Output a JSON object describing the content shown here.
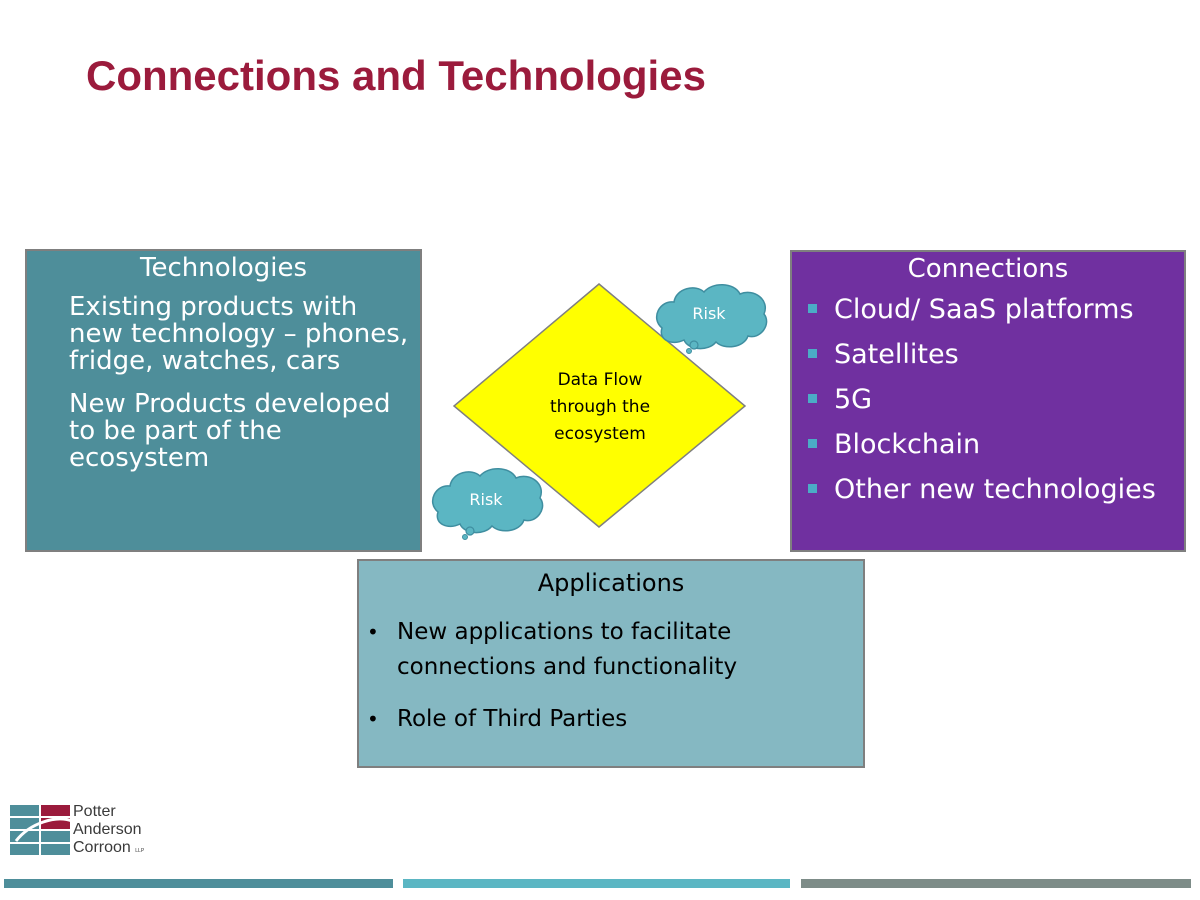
{
  "slide": {
    "title": "Connections and Technologies"
  },
  "technologies": {
    "heading": "Technologies",
    "items": [
      "Existing products with new technology – phones, fridge, watches, cars",
      "New Products developed to be part of the ecosystem"
    ]
  },
  "connections": {
    "heading": "Connections",
    "items": [
      "Cloud/ SaaS platforms",
      "Satellites",
      "5G",
      "Blockchain",
      "Other new technologies"
    ]
  },
  "center": {
    "lines": [
      "Data Flow",
      "through the",
      "ecosystem"
    ],
    "risk_top": "Risk",
    "risk_bottom": "Risk"
  },
  "applications": {
    "heading": "Applications",
    "items": [
      "New applications to facilitate connections and functionality",
      "Role of Third Parties"
    ]
  },
  "logo": {
    "line1": "Potter",
    "line2": "Anderson",
    "line3": "Corroon",
    "suffix": "LLP"
  },
  "colors": {
    "title": "#9b1b3c",
    "technologies_fill": "#4e8e9a",
    "connections_fill": "#7030a0",
    "applications_fill": "#85b8c2",
    "diamond_fill": "#ffff00",
    "cloud_fill": "#5bb6c3"
  }
}
